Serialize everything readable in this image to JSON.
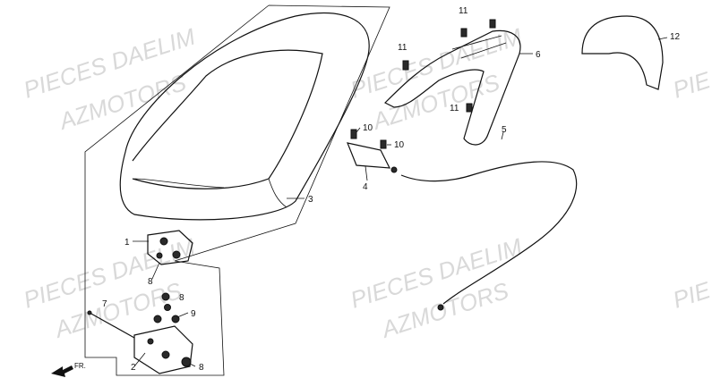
{
  "watermarks": [
    "PIECES DAELIM",
    "AZMOTORS",
    "PIECES DAELIM",
    "AZMOTORS",
    "PIECES DAELIM",
    "AZMOTORS",
    "PIECES DAELIM",
    "AZMOTORS",
    "PIE",
    "PIE"
  ],
  "direction_arrow": "FR.",
  "callouts": [
    {
      "id": "seat",
      "label": "3"
    },
    {
      "id": "seat-hinge",
      "label": "1"
    },
    {
      "id": "seat-hinge-nut",
      "label": "8"
    },
    {
      "id": "seat-lock-bracket",
      "label": "2"
    },
    {
      "id": "seat-lock-nut",
      "label": "8"
    },
    {
      "id": "upper-nut",
      "label": "8"
    },
    {
      "id": "washer",
      "label": "9"
    },
    {
      "id": "rod",
      "label": "7"
    },
    {
      "id": "seat-lock",
      "label": "4"
    },
    {
      "id": "bolt-a",
      "label": "10"
    },
    {
      "id": "bolt-b",
      "label": "10"
    },
    {
      "id": "cable",
      "label": "5"
    },
    {
      "id": "rear-carrier",
      "label": "6"
    },
    {
      "id": "carrier-bolt-a",
      "label": "11"
    },
    {
      "id": "carrier-bolt-b",
      "label": "11"
    },
    {
      "id": "carrier-bolt-c",
      "label": "11"
    },
    {
      "id": "backrest",
      "label": "12"
    }
  ]
}
